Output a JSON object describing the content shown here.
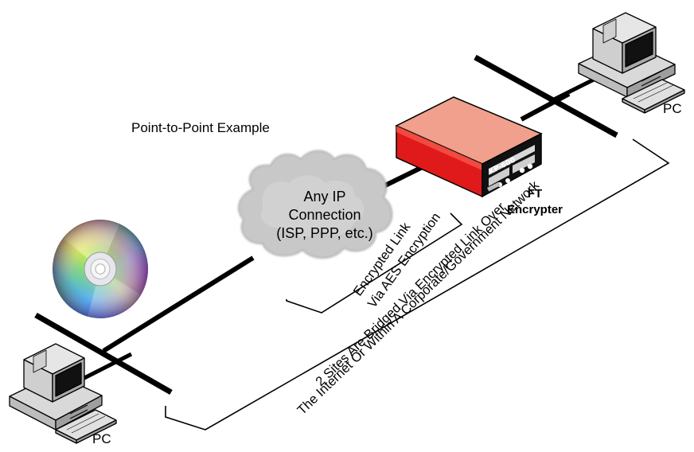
{
  "diagram": {
    "title": "Point-to-Point Example",
    "cloud": {
      "line1": "Any IP",
      "line2": "Connection",
      "line3": "(ISP, PPP, etc.)"
    },
    "device": {
      "line1": "FT",
      "line2": "Encrypter",
      "face_label": "KP-600"
    },
    "pc_left": {
      "label": "PC"
    },
    "pc_right": {
      "label": "PC"
    },
    "link_label": {
      "line1": "Encrypted Link",
      "line2": "Via AES Encryption"
    },
    "bridge_label": {
      "line1": "2 Sites Are Bridged Via Encrypted Link Over",
      "line2": "The Internet Or Within A Corporate/Government Network"
    }
  },
  "colors": {
    "device_top": "#f0a08c",
    "device_front": "#e01a1a",
    "device_side": "#111111",
    "cable": "#000000",
    "cloud": "#c8c8c8"
  }
}
